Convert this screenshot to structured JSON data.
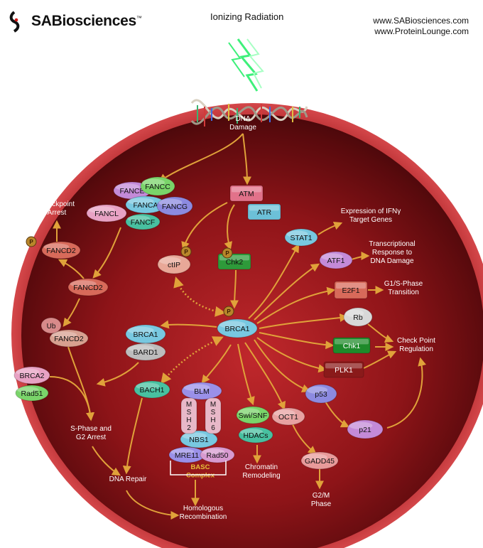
{
  "header": {
    "logo_text": "SABiosciences",
    "logo_tm": "™",
    "title": "Ionizing Radiation",
    "url1": "www.SABiosciences.com",
    "url2": "www.ProteinLounge.com"
  },
  "colors": {
    "nucleus_dark": "#3a0608",
    "nucleus_mid": "#8e1418",
    "nucleus_bright": "#c0282c",
    "arrow": "#e0a23a"
  },
  "proteins": {
    "fance": "FANCE",
    "fancc": "FANCC",
    "fanca": "FANCA",
    "fancg": "FANCG",
    "fancl": "FANCL",
    "fancf": "FANCF",
    "fancd2_a": "FANCD2",
    "fancd2_b": "FANCD2",
    "fancd2_c": "FANCD2",
    "atm": "ATM",
    "atr": "ATR",
    "stat1": "STAT1",
    "atf1": "ATF1",
    "e2f1": "E2F1",
    "ctip": "ctIP",
    "chk2": "Chk2",
    "rb": "Rb",
    "chk1": "Chk1",
    "plk1": "PLK1",
    "brca1_a": "BRCA1",
    "bard1": "BARD1",
    "brca1_hub": "BRCA1",
    "brca2": "BRCA2",
    "rad51": "Rad51",
    "bach1": "BACH1",
    "blm": "BLM",
    "msh2": "MSH2",
    "msh6": "MSH6",
    "nbs1": "NBS1",
    "mre11": "MRE11",
    "rad50": "Rad50",
    "swisnf": "Swi/SNF",
    "hdacs": "HDACs",
    "oct1": "OCT1",
    "gadd45": "GADD45",
    "p53": "p53",
    "p21": "p21",
    "phospho": "P",
    "ubiquitin": "Ub"
  },
  "labels": {
    "dna_damage": [
      "DNA",
      "Damage"
    ],
    "checkpoint_arrest": [
      "Checkpoint",
      "Arrest"
    ],
    "ifn": [
      "Expression of IFNγ",
      "Target Genes"
    ],
    "transcriptional": [
      "Transcriptional",
      "Response to",
      "DNA Damage"
    ],
    "g1s": [
      "G1/S-Phase",
      "Transition"
    ],
    "checkpoint_reg": [
      "Check Point",
      "Regulation"
    ],
    "sphase": [
      "S-Phase and",
      "G2 Arrest"
    ],
    "dna_repair": [
      "DNA Repair"
    ],
    "chromatin": [
      "Chromatin",
      "Remodeling"
    ],
    "g2m": [
      "G2/M",
      "Phase"
    ],
    "homologous": [
      "Homologous",
      "Recombination"
    ],
    "basc": [
      "BASC",
      "Complex"
    ]
  }
}
